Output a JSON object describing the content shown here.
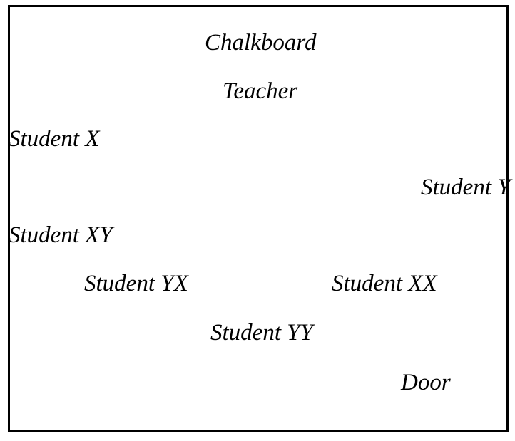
{
  "diagram": {
    "type": "classroom-seating-plan",
    "colors": {
      "background": "#ffffff",
      "border": "#000000",
      "text": "#000000"
    },
    "labels": {
      "chalkboard": "Chalkboard",
      "teacher": "Teacher",
      "student_x": "Student X",
      "student_y": "Student Y",
      "student_xy": "Student XY",
      "student_yx": "Student YX",
      "student_xx": "Student XX",
      "student_yy": "Student YY",
      "door": "Door"
    }
  }
}
